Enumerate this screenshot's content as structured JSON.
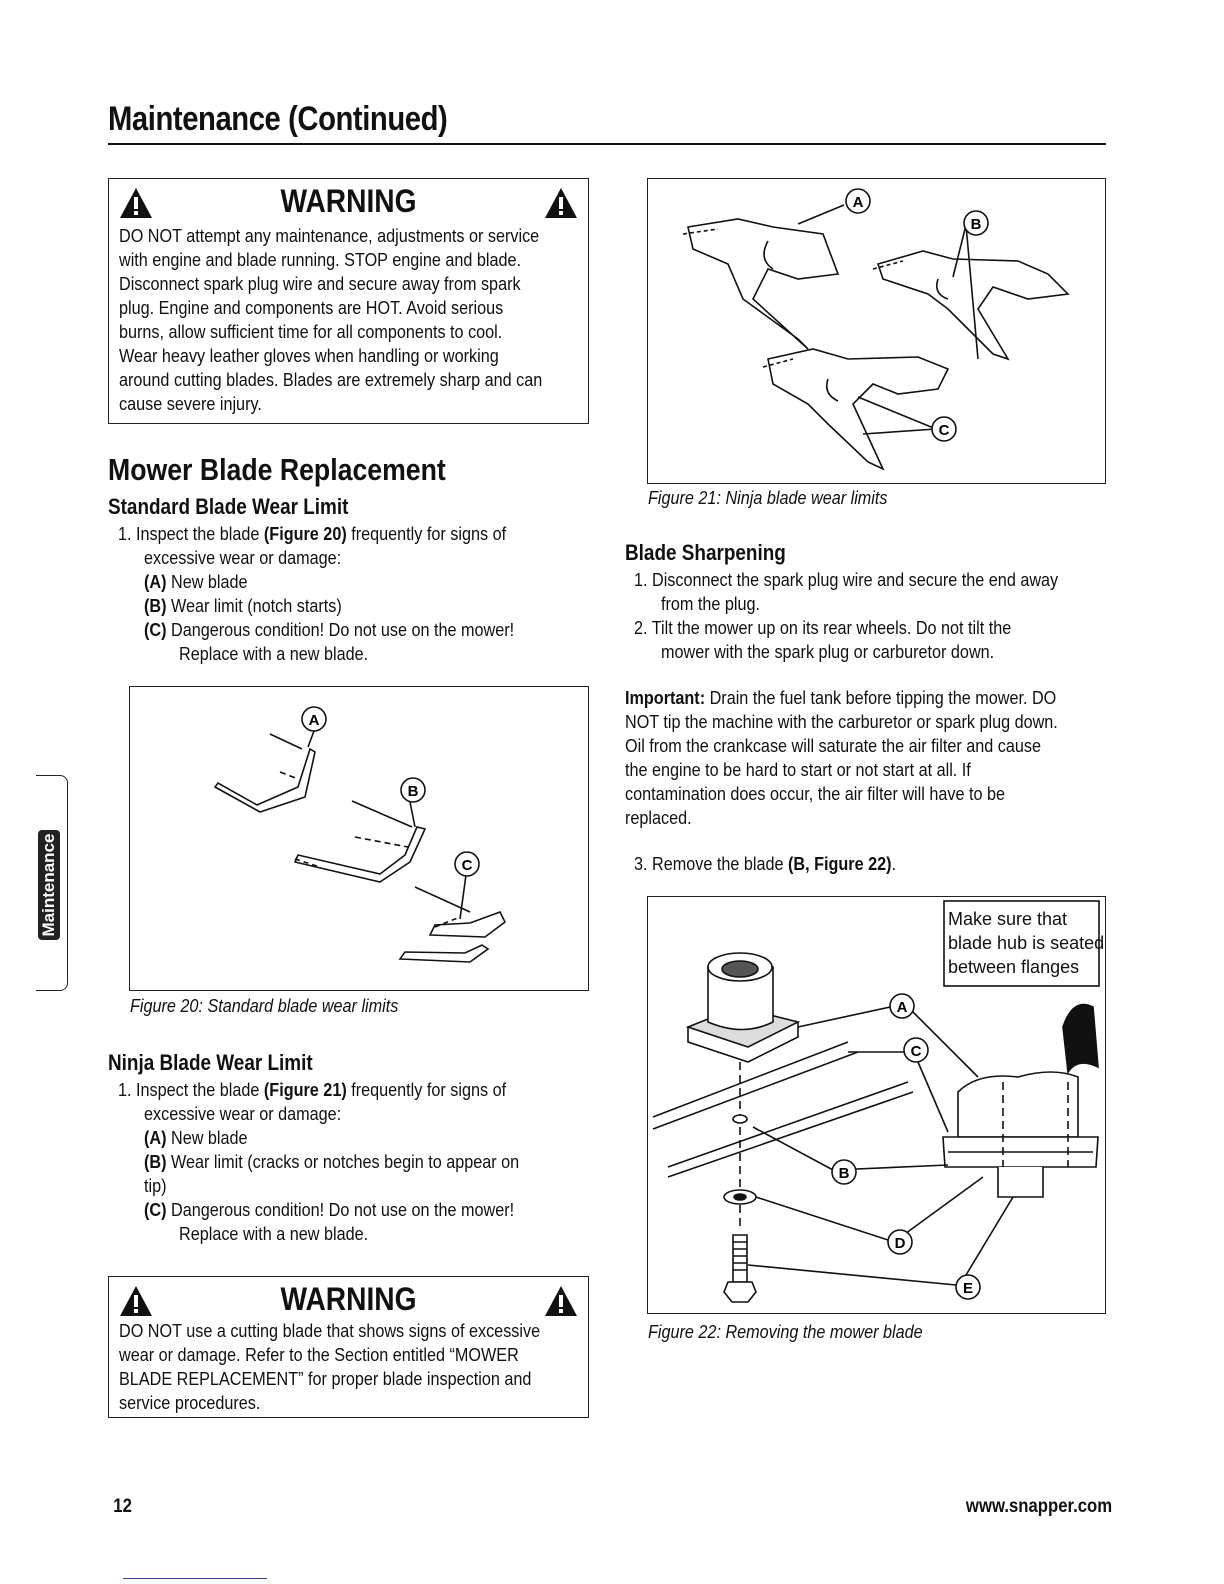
{
  "header": {
    "title": "Maintenance (Continued)"
  },
  "warning1": {
    "title": "WARNING",
    "lines": [
      "DO NOT attempt any maintenance, adjustments or service",
      "with engine and blade running. STOP engine and blade.",
      "Disconnect spark plug wire and secure away from spark",
      "plug. Engine and components are HOT. Avoid serious",
      "burns, allow sufficient time for all components to cool.",
      "Wear heavy leather gloves when handling or working",
      "around cutting blades. Blades are extremely sharp and can",
      "cause severe injury."
    ]
  },
  "section": {
    "title": "Mower Blade Replacement"
  },
  "standard": {
    "heading": "Standard Blade Wear Limit",
    "step1_pre": "1.  Inspect the blade ",
    "step1_ref": "(Figure 20)",
    "step1_post": " frequently for signs of",
    "step1_line2": "excessive wear or damage:",
    "a_key": "(A)",
    "a_text": "New blade",
    "b_key": "(B)",
    "b_text": "Wear limit (notch starts)",
    "c_key": "(C)",
    "c_text": "Dangerous condition!  Do not use on the mower!",
    "c_line2": "Replace with a new blade."
  },
  "figure20": {
    "caption": "Figure 20: Standard blade wear limits",
    "label_a": "A",
    "label_b": "B",
    "label_c": "C"
  },
  "ninja": {
    "heading": "Ninja Blade Wear Limit",
    "step1_pre": "1.  Inspect the blade ",
    "step1_ref": "(Figure 21)",
    "step1_post": " frequently for signs of",
    "step1_line2": "excessive wear or damage:",
    "a_key": "(A)",
    "a_text": "New blade",
    "b_key": "(B)",
    "b_text": "Wear limit (cracks or notches begin to appear on",
    "b_line2": "tip)",
    "c_key": "(C)",
    "c_text": "Dangerous condition!  Do not use on the mower!",
    "c_line2": "Replace with a new blade."
  },
  "warning2": {
    "title": "WARNING",
    "lines": [
      "DO NOT use a cutting blade that shows signs of excessive",
      "wear or damage. Refer to the Section entitled “MOWER",
      "BLADE REPLACEMENT” for proper blade inspection and",
      "service procedures."
    ]
  },
  "figure21": {
    "caption": "Figure 21: Ninja blade wear limits",
    "label_a": "A",
    "label_b": "B",
    "label_c": "C"
  },
  "sharpening": {
    "heading": "Blade Sharpening",
    "step1": "1.  Disconnect the spark plug wire and secure the end away",
    "step1_line2": "from the plug.",
    "step2": "2.  Tilt the mower up on its rear wheels. Do not tilt the",
    "step2_line2": "mower with the spark plug or carburetor down.",
    "important_label": "Important:",
    "important_lines": [
      " Drain the fuel tank before tipping the mower. DO",
      "NOT tip the machine with the carburetor or spark plug down.",
      "Oil from the crankcase will saturate the air filter and cause",
      "the engine to be hard to start or not start at all. If",
      "contamination does occur, the air filter will have to be",
      "replaced."
    ],
    "step3_pre": "3.  Remove the blade ",
    "step3_ref": "(B, Figure 22)",
    "step3_post": "."
  },
  "figure22": {
    "caption": "Figure 22: Removing the mower blade",
    "note_lines": [
      "Make sure that",
      "blade hub is seated",
      "between flanges"
    ],
    "label_a": "A",
    "label_b": "B",
    "label_c": "C",
    "label_d": "D",
    "label_e": "E"
  },
  "sidebar_tab": {
    "label": "Maintenance"
  },
  "footer": {
    "page_number": "12",
    "url": "www.snapper.com"
  }
}
